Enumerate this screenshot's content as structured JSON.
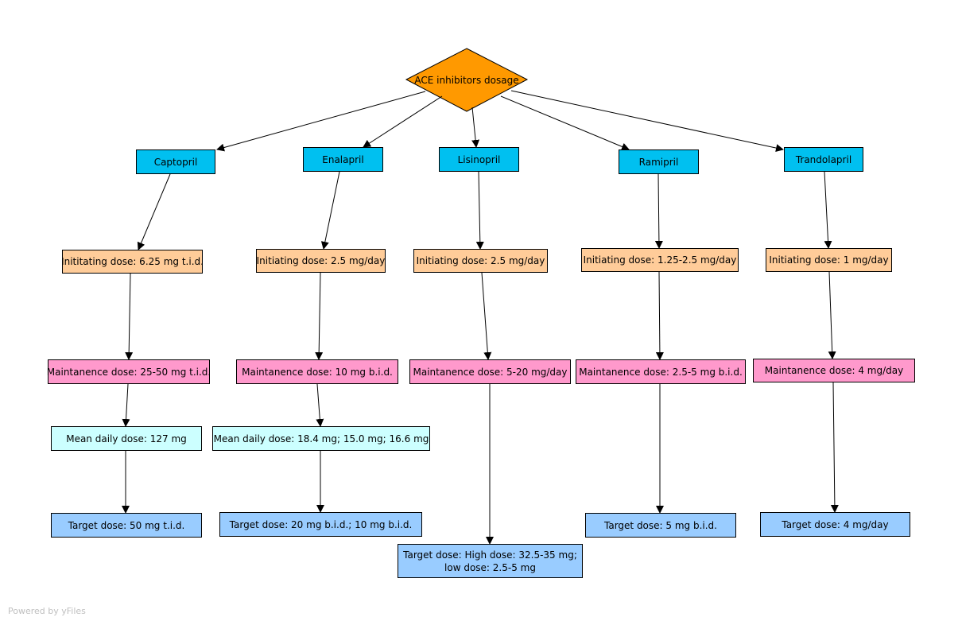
{
  "root": {
    "label": "ACE inhibitors dosage",
    "color": "#ff9900"
  },
  "drugs": {
    "captopril": {
      "name": "Captopril",
      "initiating": "Inititating dose: 6.25 mg t.i.d.",
      "maintenance": "Maintanence dose: 25-50 mg t.i.d.",
      "mean": "Mean daily dose: 127 mg",
      "target": "Target dose: 50 mg t.i.d."
    },
    "enalapril": {
      "name": "Enalapril",
      "initiating": "Initiating dose: 2.5 mg/day",
      "maintenance": "Maintanence dose: 10 mg b.i.d.",
      "mean": "Mean daily dose: 18.4 mg; 15.0 mg; 16.6 mg",
      "target": "Target dose: 20 mg b.i.d.; 10 mg b.i.d."
    },
    "lisinopril": {
      "name": "Lisinopril",
      "initiating": "Initiating dose: 2.5 mg/day",
      "maintenance": "Maintanence dose: 5-20 mg/day",
      "target_line1": "Target dose: High dose: 32.5-35 mg;",
      "target_line2": "low dose: 2.5-5 mg"
    },
    "ramipril": {
      "name": "Ramipril",
      "initiating": "Initiating dose: 1.25-2.5 mg/day",
      "maintenance": "Maintanence dose: 2.5-5 mg b.i.d.",
      "target": "Target dose: 5 mg b.i.d."
    },
    "trandolapril": {
      "name": "Trandolapril",
      "initiating": "Initiating dose: 1 mg/day",
      "maintenance": "Maintanence dose: 4 mg/day",
      "target": "Target dose: 4 mg/day"
    }
  },
  "colors": {
    "drug": "#00c0f0",
    "initiating": "#ffcc99",
    "maintenance": "#ff99cc",
    "mean": "#ccffff",
    "target": "#99ccff"
  },
  "footer": "Powered by yFiles"
}
